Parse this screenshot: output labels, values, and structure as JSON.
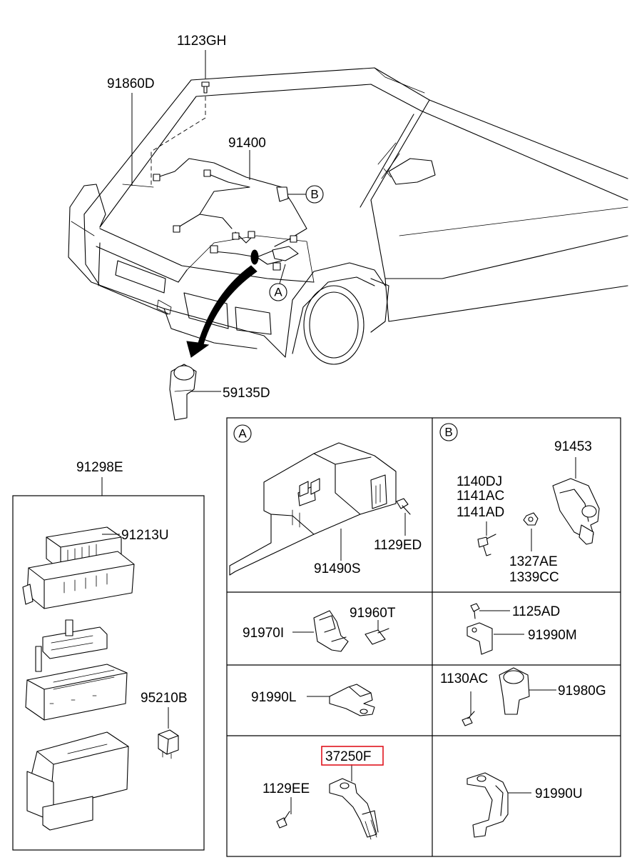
{
  "labels": {
    "p1123GH": "1123GH",
    "p91860D": "91860D",
    "p91400": "91400",
    "p59135D": "59135D",
    "p91298E": "91298E",
    "p91213U": "91213U",
    "p95210B": "95210B",
    "p91490S": "91490S",
    "p1129ED": "1129ED",
    "p91453": "91453",
    "p1140DJ": "1140DJ",
    "p1141AC": "1141AC",
    "p1141AD": "1141AD",
    "p1327AE": "1327AE",
    "p1339CC": "1339CC",
    "p91970I": "91970I",
    "p91960T": "91960T",
    "p1125AD": "1125AD",
    "p91990M": "91990M",
    "p91990L": "91990L",
    "p1130AC": "1130AC",
    "p91980G": "91980G",
    "p37250F": "37250F",
    "p1129EE": "1129EE",
    "p91990U": "91990U"
  },
  "callouts": {
    "A": "A",
    "B": "B"
  },
  "highlight_color": "#e0141e",
  "highlighted_part": "37250F"
}
